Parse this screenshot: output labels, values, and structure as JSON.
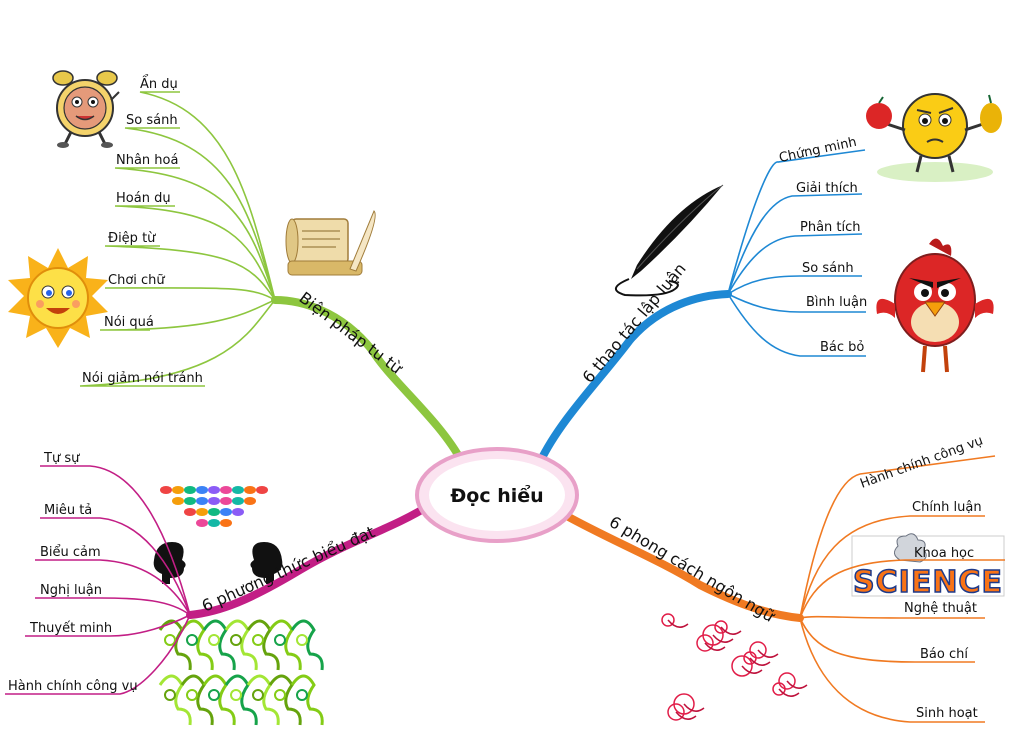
{
  "center": {
    "label": "Đọc hiểu"
  },
  "branches": {
    "tu_tu": {
      "label": "Biện pháp tu từ",
      "color": "#8dc63f",
      "items": [
        "Ẩn dụ",
        "So sánh",
        "Nhân hoá",
        "Hoán dụ",
        "Điệp từ",
        "Chơi chữ",
        "Nói quá",
        "Nói giảm nói tránh"
      ]
    },
    "lap_luan": {
      "label": "6 thao tác lập luận",
      "color": "#1e88d4",
      "items": [
        "Chứng minh",
        "Giải thích",
        "Phân tích",
        "So sánh",
        "Bình luận",
        "Bác bỏ"
      ]
    },
    "bieu_dat": {
      "label": "6 phương thức biểu đạt",
      "color": "#c21e85",
      "items": [
        "Tự sự",
        "Miêu tả",
        "Biểu cảm",
        "Nghị luận",
        "Thuyết minh",
        "Hành chính công vụ"
      ]
    },
    "ngon_ngu": {
      "label": "6 phong cách ngôn ngữ",
      "color": "#f07a22",
      "items": [
        "Hành chính công vụ",
        "Chính luận",
        "Khoa học",
        "Nghệ thuật",
        "Báo chí",
        "Sinh hoạt"
      ]
    }
  },
  "images": {
    "science_logo": "SCIENCE"
  },
  "icons": [
    "alarm-clock-icon",
    "scroll-quill-icon",
    "sun-icon",
    "feather-quill-icon",
    "lemon-face-icon",
    "angry-bird-icon",
    "speech-bubbles-icon",
    "vine-ornament-icon",
    "flower-ornament-icon",
    "science-icon"
  ]
}
